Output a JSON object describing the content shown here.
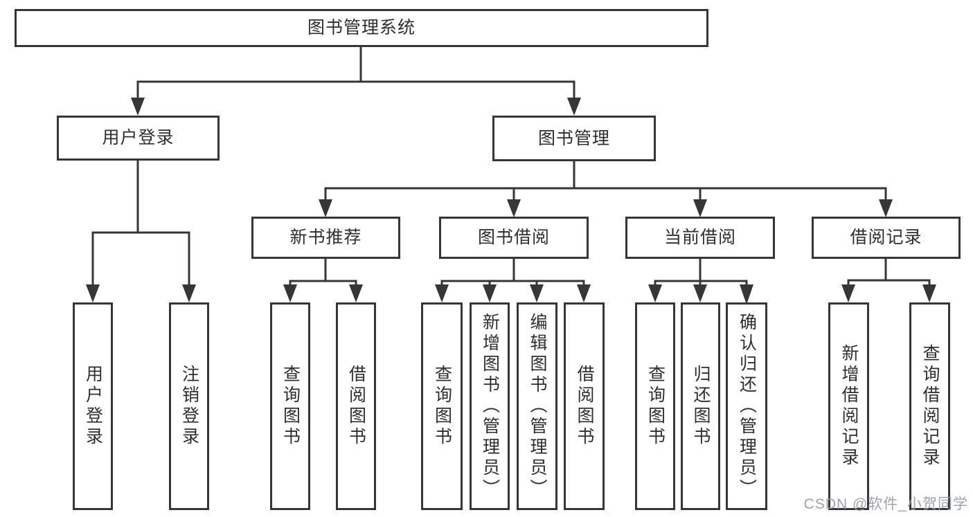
{
  "diagram_title": "图书管理系统",
  "tree": {
    "root": {
      "label": "图书管理系统"
    },
    "children": [
      {
        "label": "用户登录",
        "children": [
          {
            "label": "用户登录"
          },
          {
            "label": "注销登录"
          }
        ]
      },
      {
        "label": "图书管理",
        "children": [
          {
            "label": "新书推荐",
            "children": [
              {
                "label": "查询图书"
              },
              {
                "label": "借阅图书"
              }
            ]
          },
          {
            "label": "图书借阅",
            "children": [
              {
                "label": "查询图书"
              },
              {
                "label": "新增图书（管理员）"
              },
              {
                "label": "编辑图书（管理员）"
              },
              {
                "label": "借阅图书"
              }
            ]
          },
          {
            "label": "当前借阅",
            "children": [
              {
                "label": "查询图书"
              },
              {
                "label": "归还图书"
              },
              {
                "label": "确认归还（管理员）"
              }
            ]
          },
          {
            "label": "借阅记录",
            "children": [
              {
                "label": "新增借阅记录"
              },
              {
                "label": "查询借阅记录"
              }
            ]
          }
        ]
      }
    ]
  },
  "watermark": {
    "text": "CSDN @软件_小贺同学"
  },
  "colors": {
    "line": "#363636",
    "box_border": "#363636",
    "text": "#2e2e2e",
    "background": "#ffffff",
    "watermark": "#9aa0a6"
  }
}
